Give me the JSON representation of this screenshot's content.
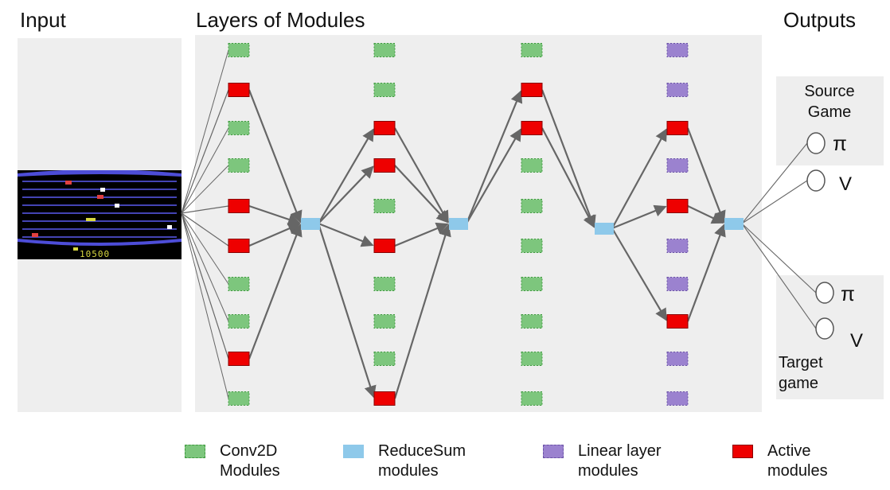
{
  "headings": {
    "input": "Input",
    "layers": "Layers of Modules",
    "outputs": "Outputs"
  },
  "outputs": {
    "source_label_line1": "Source",
    "source_label_line2": "Game",
    "target_label_line1": "Target",
    "target_label_line2": "game",
    "source_pi": "π",
    "source_v": "V",
    "target_pi": "π",
    "target_v": "V"
  },
  "input_image": {
    "score": "10500"
  },
  "legend": {
    "conv_line1": "Conv2D",
    "conv_line2": "Modules",
    "reduce_line1": "ReduceSum",
    "reduce_line2": "modules",
    "linear_line1": "Linear layer",
    "linear_line2": "modules",
    "active_line1": "Active",
    "active_line2": "modules"
  },
  "colors": {
    "conv": "#7dc67d",
    "reduce": "#8ec9ea",
    "linear": "#9b82cf",
    "active": "#ee0000",
    "edge": "#666666"
  },
  "layers": [
    {
      "kind": "conv",
      "active": [
        1,
        4,
        5,
        8
      ]
    },
    {
      "kind": "conv",
      "active": [
        2,
        3,
        5,
        9
      ]
    },
    {
      "kind": "conv",
      "active": [
        1,
        2
      ]
    },
    {
      "kind": "linear",
      "active": [
        2,
        4,
        7
      ]
    }
  ]
}
